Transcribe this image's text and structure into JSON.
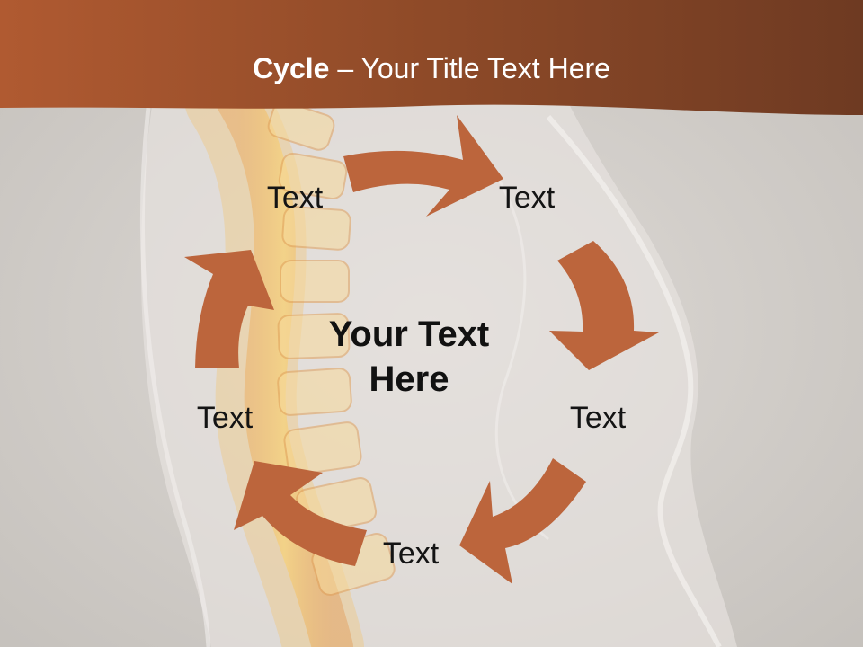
{
  "slide": {
    "title_bold": "Cycle",
    "title_rest": " – Your Title Text Here",
    "center_text": "Your Text Here",
    "labels": [
      "Text",
      "Text",
      "Text",
      "Text",
      "Text"
    ]
  },
  "colors": {
    "header": "#9a4f2c",
    "arrow": "#bc653c",
    "background": "#cdc9c5",
    "spine_glow": "#f3c46a"
  }
}
